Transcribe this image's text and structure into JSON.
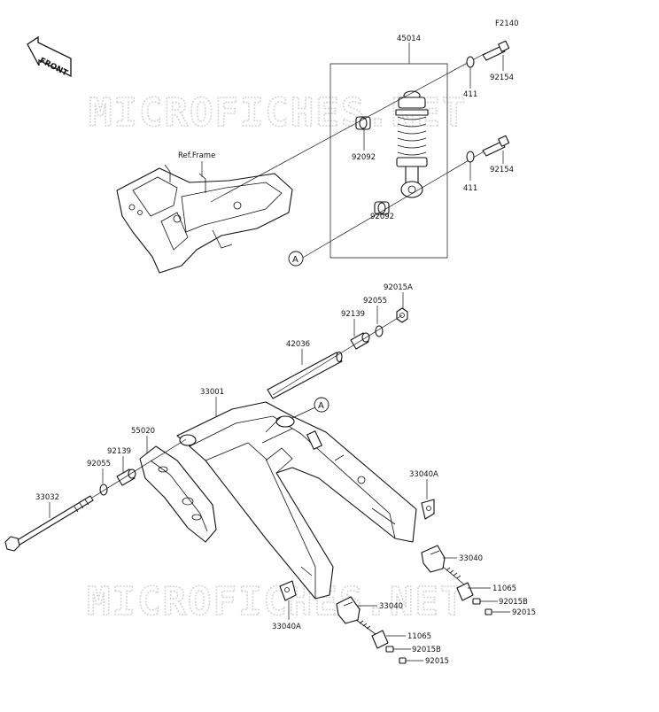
{
  "diagram_id": "F2140",
  "front_label": "FRONT",
  "ref_frame_label": "Ref.Frame",
  "watermark": "MICROFICHES.NET",
  "callout_marker": "A",
  "parts": {
    "shock_assembly": "45014",
    "bolt_upper": "92154",
    "bolt_lower": "92154",
    "washer_upper": "411",
    "washer_lower": "411",
    "bushing_upper": "92092",
    "bushing_lower": "92092",
    "nut_top": "92015A",
    "seal_right": "92055",
    "collar_right": "92139",
    "sleeve": "42036",
    "swingarm": "33001",
    "chain_slider": "55020",
    "collar_left": "92139",
    "seal_left": "92055",
    "pivot_shaft": "33032",
    "chain_adjuster_plate_right": "33040A",
    "chain_adjuster_right": "33040",
    "adjuster_bolt_right": "11065",
    "adjuster_nut_b_right": "92015B",
    "adjuster_nut_right": "92015",
    "chain_adjuster_plate_left": "33040A",
    "chain_adjuster_left": "33040",
    "adjuster_bolt_left": "11065",
    "adjuster_nut_b_left": "92015B",
    "adjuster_nut_left": "92015"
  }
}
